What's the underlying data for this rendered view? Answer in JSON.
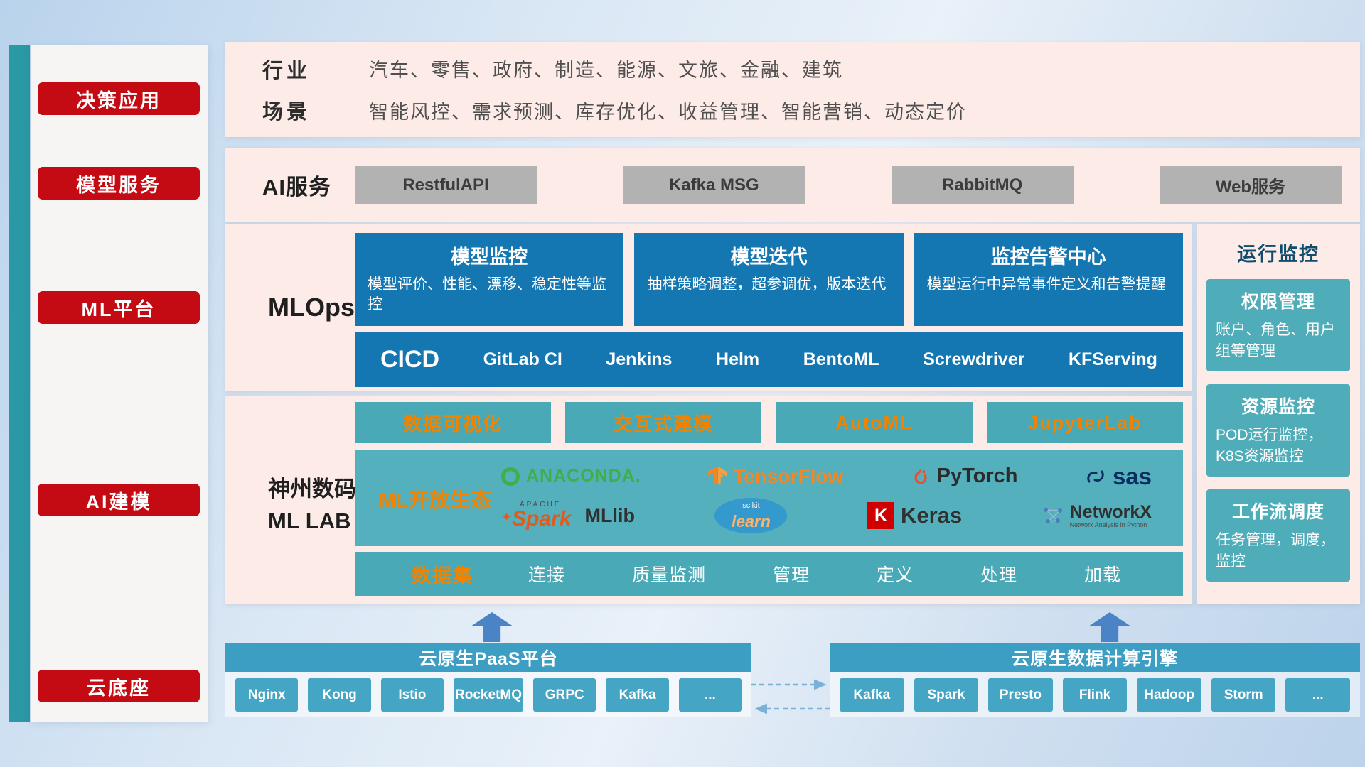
{
  "sidebar": {
    "items": [
      {
        "label": "决策应用"
      },
      {
        "label": "模型服务"
      },
      {
        "label": "ML平台"
      },
      {
        "label": "AI建模"
      },
      {
        "label": "云底座"
      }
    ]
  },
  "application_layer": {
    "rows": [
      {
        "label": "行业",
        "value": "汽车、零售、政府、制造、能源、文旅、金融、建筑"
      },
      {
        "label": "场景",
        "value": "智能风控、需求预测、库存优化、收益管理、智能营销、动态定价"
      }
    ]
  },
  "service_layer": {
    "label": "AI服务",
    "services": [
      {
        "label": "RestfulAPI"
      },
      {
        "label": "Kafka MSG"
      },
      {
        "label": "RabbitMQ"
      },
      {
        "label": "Web服务"
      }
    ]
  },
  "mlops": {
    "label": "MLOps",
    "cards": [
      {
        "title": "模型监控",
        "desc": "模型评价、性能、漂移、稳定性等监控"
      },
      {
        "title": "模型迭代",
        "desc": "抽样策略调整，超参调优，版本迭代"
      },
      {
        "title": "监控告警中心",
        "desc": "模型运行中异常事件定义和告警提醒"
      }
    ],
    "cicd_label": "CICD",
    "cicd_tools": [
      {
        "label": "GitLab CI"
      },
      {
        "label": "Jenkins"
      },
      {
        "label": "Helm"
      },
      {
        "label": "BentoML"
      },
      {
        "label": "Screwdriver"
      },
      {
        "label": "KFServing"
      }
    ]
  },
  "monitoring": {
    "title": "运行监控",
    "cards": [
      {
        "title": "权限管理",
        "desc": "账户、角色、用户组等管理"
      },
      {
        "title": "资源监控",
        "desc": "POD运行监控，K8S资源监控"
      },
      {
        "title": "工作流调度",
        "desc": "任务管理，调度，监控"
      }
    ]
  },
  "mllab": {
    "label_line1": "神州数码",
    "label_line2": "ML LAB",
    "tools": [
      {
        "label": "数据可视化"
      },
      {
        "label": "交互式建模"
      },
      {
        "label": "AutoML"
      },
      {
        "label": "JupyterLab"
      }
    ],
    "ecosystem_label": "ML开放生态",
    "logos": {
      "anaconda": "ANACONDA.",
      "tensorflow": "TensorFlow",
      "pytorch": "PyTorch",
      "sas": "sas",
      "spark_small": "APACHE",
      "spark_star": "✦",
      "spark": "Spark",
      "mllib": "MLlib",
      "scikit_small": "scikit",
      "scikit": "learn",
      "keras_k": "K",
      "keras": "Keras",
      "networkx": "NetworkX",
      "networkx_sub": "Network Analysis in Python"
    },
    "dataset_label": "数据集",
    "dataset_items": [
      {
        "label": "连接"
      },
      {
        "label": "质量监测"
      },
      {
        "label": "管理"
      },
      {
        "label": "定义"
      },
      {
        "label": "处理"
      },
      {
        "label": "加载"
      }
    ]
  },
  "cloud_base": {
    "paas": {
      "title": "云原生PaaS平台",
      "items": [
        {
          "label": "Nginx"
        },
        {
          "label": "Kong"
        },
        {
          "label": "Istio"
        },
        {
          "label": "RocketMQ"
        },
        {
          "label": "GRPC"
        },
        {
          "label": "Kafka"
        },
        {
          "label": "..."
        }
      ]
    },
    "engine": {
      "title": "云原生数据计算引擎",
      "items": [
        {
          "label": "Kafka"
        },
        {
          "label": "Spark"
        },
        {
          "label": "Presto"
        },
        {
          "label": "Flink"
        },
        {
          "label": "Hadoop"
        },
        {
          "label": "Storm"
        },
        {
          "label": "..."
        }
      ]
    }
  },
  "colors": {
    "red_accent": "#c40a12",
    "pink_panel": "#fcebe6",
    "dark_blue": "#1477b2",
    "teal": "#4fadb9",
    "teal_strip": "#2b98a6",
    "orange_accent": "#f08300",
    "bottom_teal": "#3d9ec3",
    "gray_button": "#b2b2b2"
  }
}
